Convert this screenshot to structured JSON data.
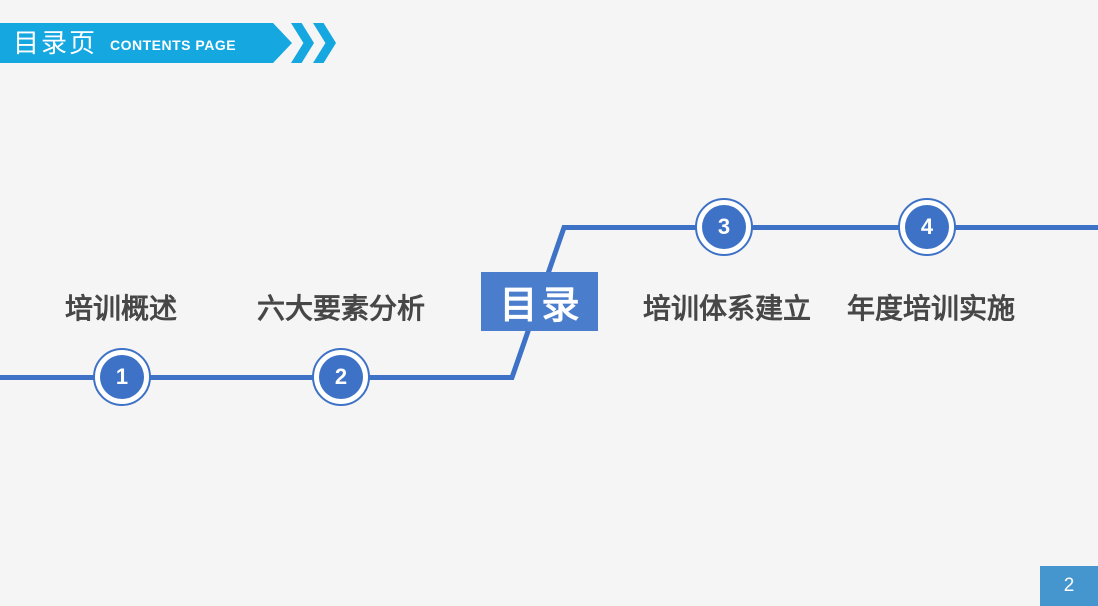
{
  "slide": {
    "background_color": "#F5F5F6",
    "page_number": "2",
    "page_number_box_color": "#4596CE"
  },
  "header": {
    "title": "目录页",
    "subtitle": "CONTENTS PAGE",
    "banner_color": "#14A7E0"
  },
  "toc": {
    "center_label": "目录",
    "center_box_color": "#4A7DCC",
    "line_color": "#3E72C6",
    "node_color": "#3E72C6",
    "label_color": "#474747",
    "items": [
      {
        "number": "1",
        "label": "培训概述"
      },
      {
        "number": "2",
        "label": "六大要素分析"
      },
      {
        "number": "3",
        "label": "培训体系建立"
      },
      {
        "number": "4",
        "label": "年度培训实施"
      }
    ]
  }
}
